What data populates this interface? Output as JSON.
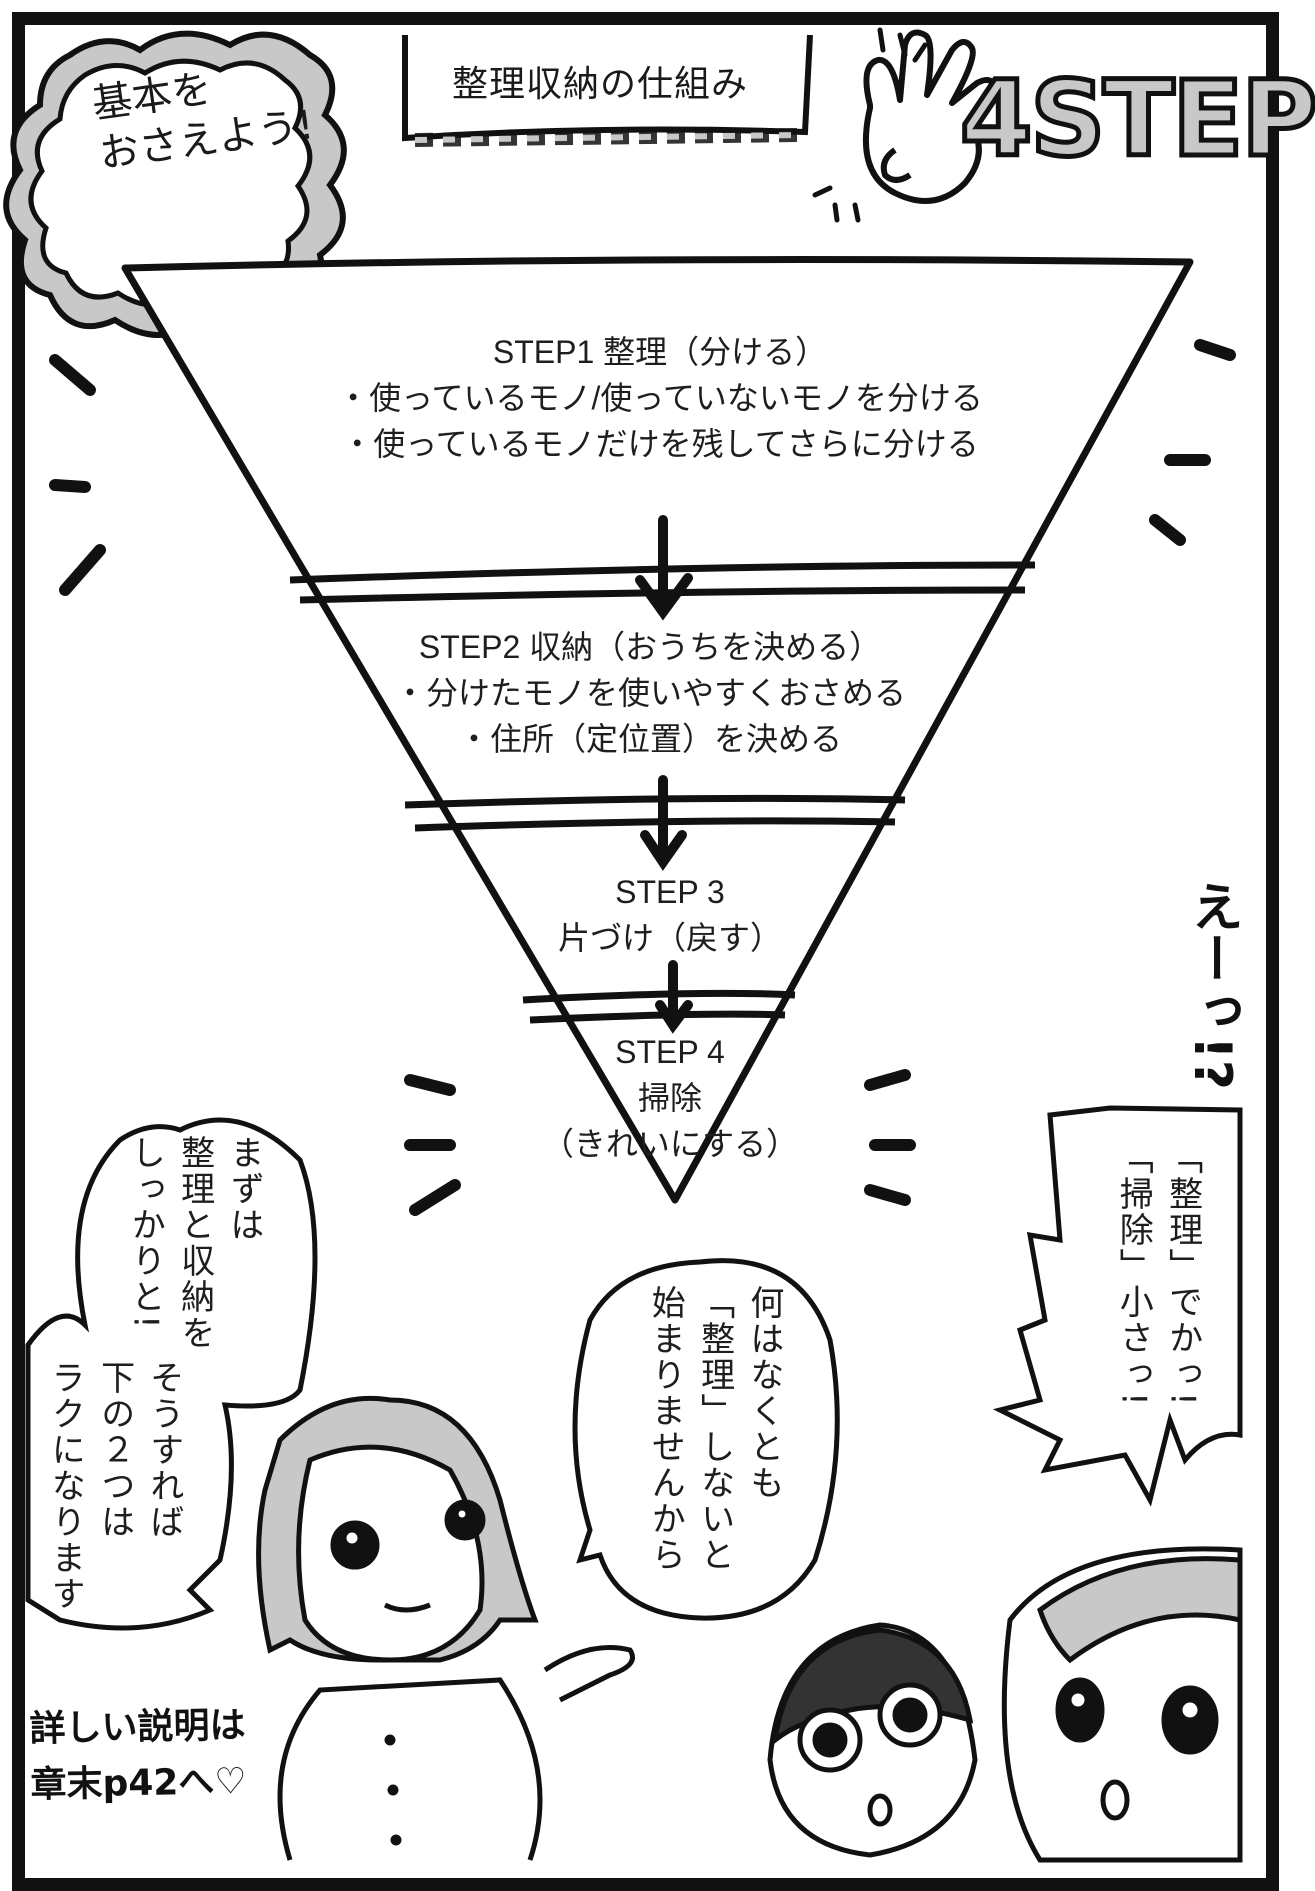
{
  "header": {
    "cloud_caption": [
      "基本を",
      "おさえよう!"
    ],
    "title_box": "整理収納の仕組み",
    "step_count_label": "4STEP"
  },
  "pyramid": {
    "steps": [
      {
        "heading": "STEP1 整理（分ける）",
        "bullets": [
          "・使っているモノ/使っていないモノを分ける",
          "・使っているモノだけを残してさらに分ける"
        ]
      },
      {
        "heading": "STEP2 収納（おうちを決める）",
        "bullets": [
          "・分けたモノを使いやすくおさめる",
          "・住所（定位置）を決める"
        ]
      },
      {
        "heading": "STEP 3",
        "bullets": [
          "片づけ（戻す）"
        ]
      },
      {
        "heading": "STEP 4",
        "bullets": [
          "掃除",
          "（きれいにする）"
        ]
      }
    ]
  },
  "dialogue": {
    "shout": "えーっ!?",
    "right_bubble": [
      "「整理」でかっ!",
      "「掃除」小さっ!"
    ],
    "center_bubble": [
      "何はなくとも",
      "「整理」しないと",
      "始まりませんから"
    ],
    "left_bubble": [
      "まずは",
      "整理と収納を",
      "しっかりと!",
      "",
      "そうすれば",
      "下の２つは",
      "ラクになります"
    ]
  },
  "footnote": [
    "詳しい説明は",
    "章末p42へ♡"
  ],
  "colors": {
    "ink": "#111111",
    "screen_tone": "#c8c8c8",
    "paper": "#ffffff"
  }
}
